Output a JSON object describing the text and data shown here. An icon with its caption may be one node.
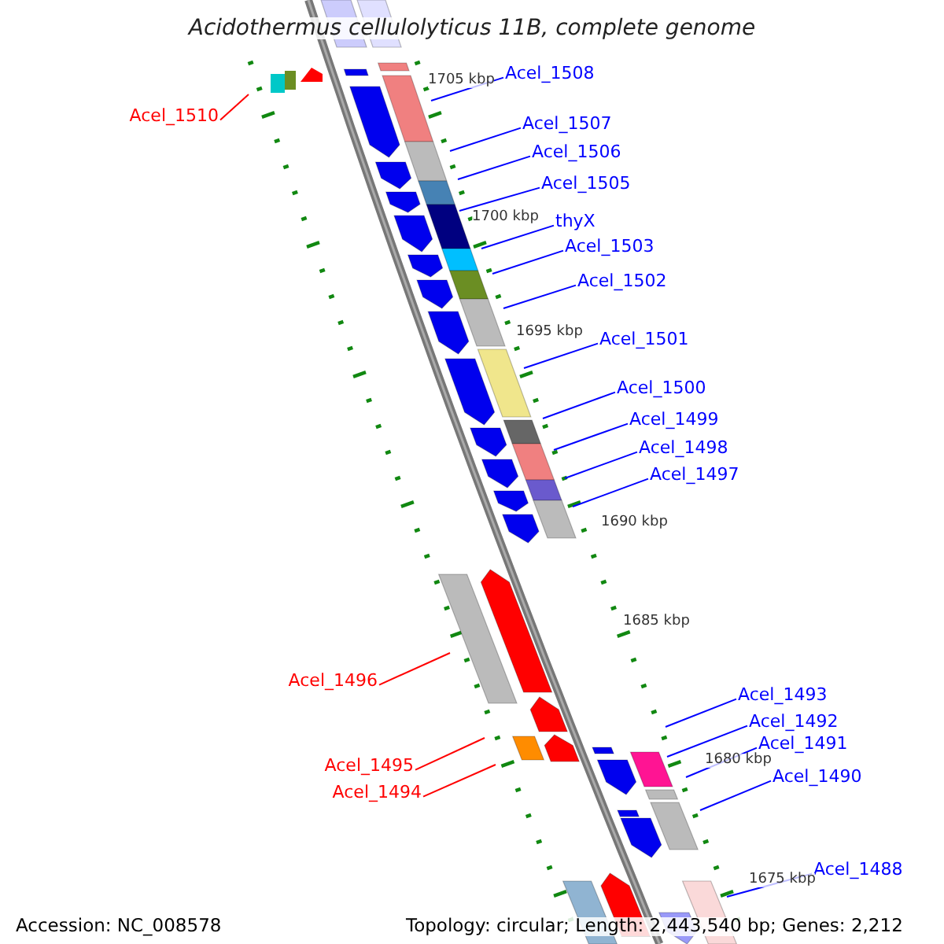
{
  "diagram": {
    "title": "Acidothermus cellulolyticus 11B, complete genome",
    "nodes": [
      {
        "text": [
          "Acel_1508"
        ]
      },
      {
        "text": [
          "Acel_1510"
        ]
      },
      {
        "text": [
          "Acel_1507"
        ]
      },
      {
        "text": [
          "Acel_1506"
        ]
      },
      {
        "text": [
          "Acel_1505"
        ]
      },
      {
        "text": [
          "thyX"
        ]
      },
      {
        "text": [
          "Acel_1503"
        ]
      },
      {
        "text": [
          "Acel_1502"
        ]
      },
      {
        "text": [
          "Acel_1501"
        ]
      },
      {
        "text": [
          "Acel_1500"
        ]
      },
      {
        "text": [
          "Acel_1499"
        ]
      },
      {
        "text": [
          "Acel_1498"
        ]
      },
      {
        "text": [
          "Acel_1497"
        ]
      },
      {
        "text": [
          "Acel_1496"
        ]
      },
      {
        "text": [
          "Acel_1493"
        ]
      },
      {
        "text": [
          "Acel_1492"
        ]
      },
      {
        "text": [
          "Acel_1491"
        ]
      },
      {
        "text": [
          "Acel_1495"
        ]
      },
      {
        "text": [
          "Acel_1490"
        ]
      },
      {
        "text": [
          "Acel_1494"
        ]
      },
      {
        "text": [
          "Acel_1488"
        ]
      }
    ],
    "edges": [
      {
        "from": 0,
        "to": null,
        "arrow": "none"
      },
      {
        "from": 1,
        "to": null,
        "arrow": "none",
        "color": "#ff0000"
      },
      {
        "from": 2,
        "to": null,
        "arrow": "none"
      },
      {
        "from": 3,
        "to": null,
        "arrow": "none"
      },
      {
        "from": 4,
        "to": null,
        "arrow": "none"
      },
      {
        "from": 5,
        "to": null,
        "arrow": "none"
      },
      {
        "from": 6,
        "to": null,
        "arrow": "none"
      },
      {
        "from": 7,
        "to": null,
        "arrow": "none"
      },
      {
        "from": 8,
        "to": null,
        "arrow": "none"
      },
      {
        "from": 9,
        "to": null,
        "arrow": "none"
      },
      {
        "from": 10,
        "to": null,
        "arrow": "none"
      },
      {
        "from": 11,
        "to": null,
        "arrow": "none"
      },
      {
        "from": 12,
        "to": null,
        "arrow": "none"
      },
      {
        "from": 13,
        "to": null,
        "arrow": "none",
        "color": "#ff0000"
      },
      {
        "from": 14,
        "to": null,
        "arrow": "none"
      },
      {
        "from": 15,
        "to": null,
        "arrow": "none"
      },
      {
        "from": 16,
        "to": null,
        "arrow": "none"
      },
      {
        "from": 17,
        "to": null,
        "arrow": "none",
        "color": "#ff0000"
      },
      {
        "from": 18,
        "to": null,
        "arrow": "none"
      },
      {
        "from": 19,
        "to": null,
        "arrow": "none",
        "color": "#ff0000"
      },
      {
        "from": 20,
        "to": null,
        "arrow": "none"
      }
    ],
    "labels": [
      "1705 kbp",
      "1700 kbp",
      "1695 kbp",
      "1690 kbp",
      "1685 kbp",
      "1680 kbp",
      "1675 kbp",
      "Accession: NC_008578",
      "Topology: circular; Length: 2,443,540 bp; Genes: 2,212"
    ]
  }
}
